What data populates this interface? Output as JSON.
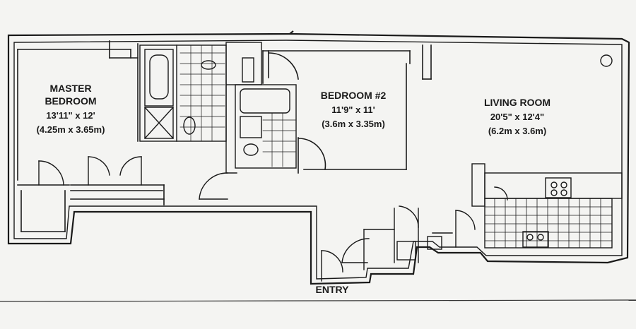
{
  "rooms": {
    "master": {
      "name_line1": "MASTER",
      "name_line2": "BEDROOM",
      "size_imperial": "13'11\" x 12'",
      "size_metric": "(4.25m x 3.65m)"
    },
    "bedroom2": {
      "name": "BEDROOM #2",
      "size_imperial": "11'9\" x 11'",
      "size_metric": "(3.6m x 3.35m)"
    },
    "living": {
      "name": "LIVING ROOM",
      "size_imperial": "20'5\" x 12'4\"",
      "size_metric": "(6.2m x 3.6m)"
    }
  },
  "entry_label": "ENTRY",
  "colors": {
    "ink": "#1a1a1a",
    "paper": "#f4f4f2"
  }
}
